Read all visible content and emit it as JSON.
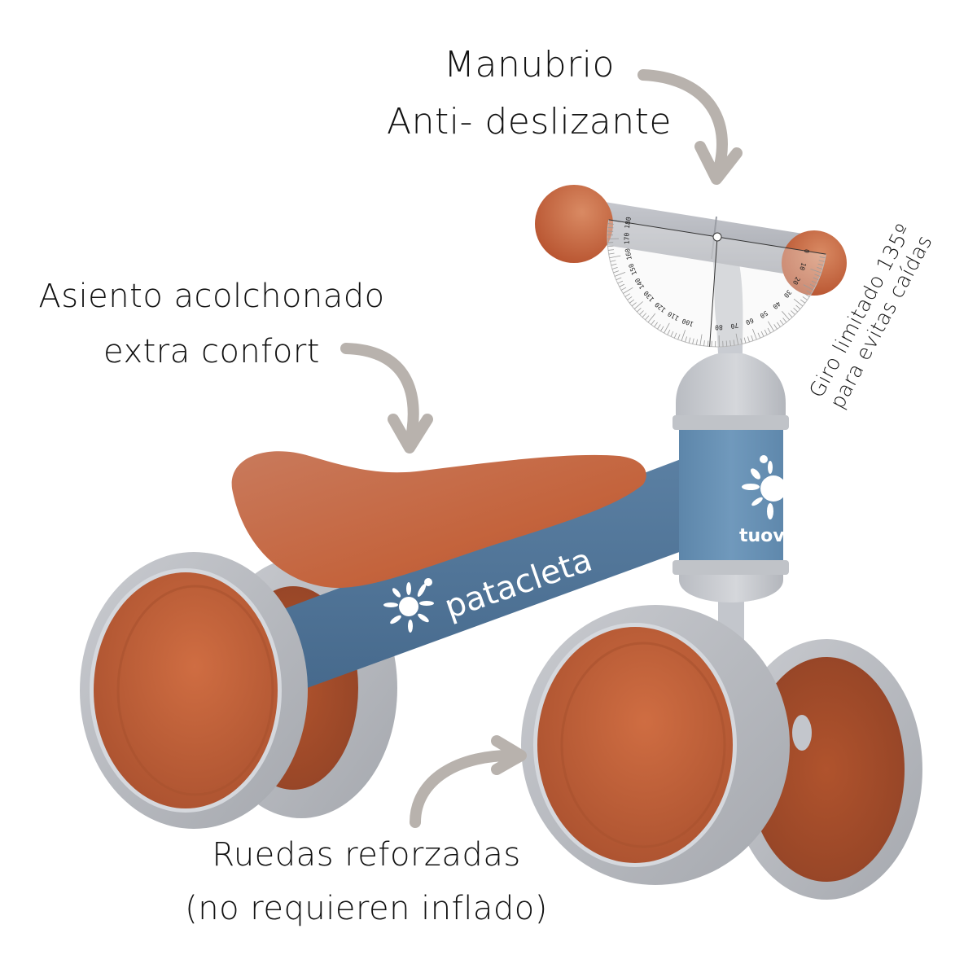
{
  "annotations": {
    "handlebar": {
      "line1": "Manubrio",
      "line2": "Anti- deslizante"
    },
    "seat": {
      "line1": "Asiento acolchonado",
      "line2": "extra confort"
    },
    "wheels": {
      "line1": "Ruedas reforzadas",
      "line2": "(no requieren inflado)"
    },
    "steering": {
      "line1": "Giro limitado 135º",
      "line2": "para evitas caídas"
    }
  },
  "product": {
    "frame_brand": "patacleta",
    "head_brand": "tuovi",
    "icons": {
      "logo": "splash-logo-icon",
      "arrow": "curved-arrow-icon"
    }
  },
  "protractor": {
    "ticks": [
      "0",
      "10",
      "20",
      "30",
      "40",
      "50",
      "60",
      "70",
      "80",
      "100",
      "110",
      "120",
      "130",
      "140",
      "150",
      "160",
      "170",
      "180"
    ]
  },
  "colors": {
    "frame_blue": "#4f7497",
    "head_blue": "#6891b4",
    "orange": "#c2613a",
    "tire_grey": "#b9bcc2",
    "arrow_grey": "#b8b2ad",
    "text": "#111111"
  }
}
